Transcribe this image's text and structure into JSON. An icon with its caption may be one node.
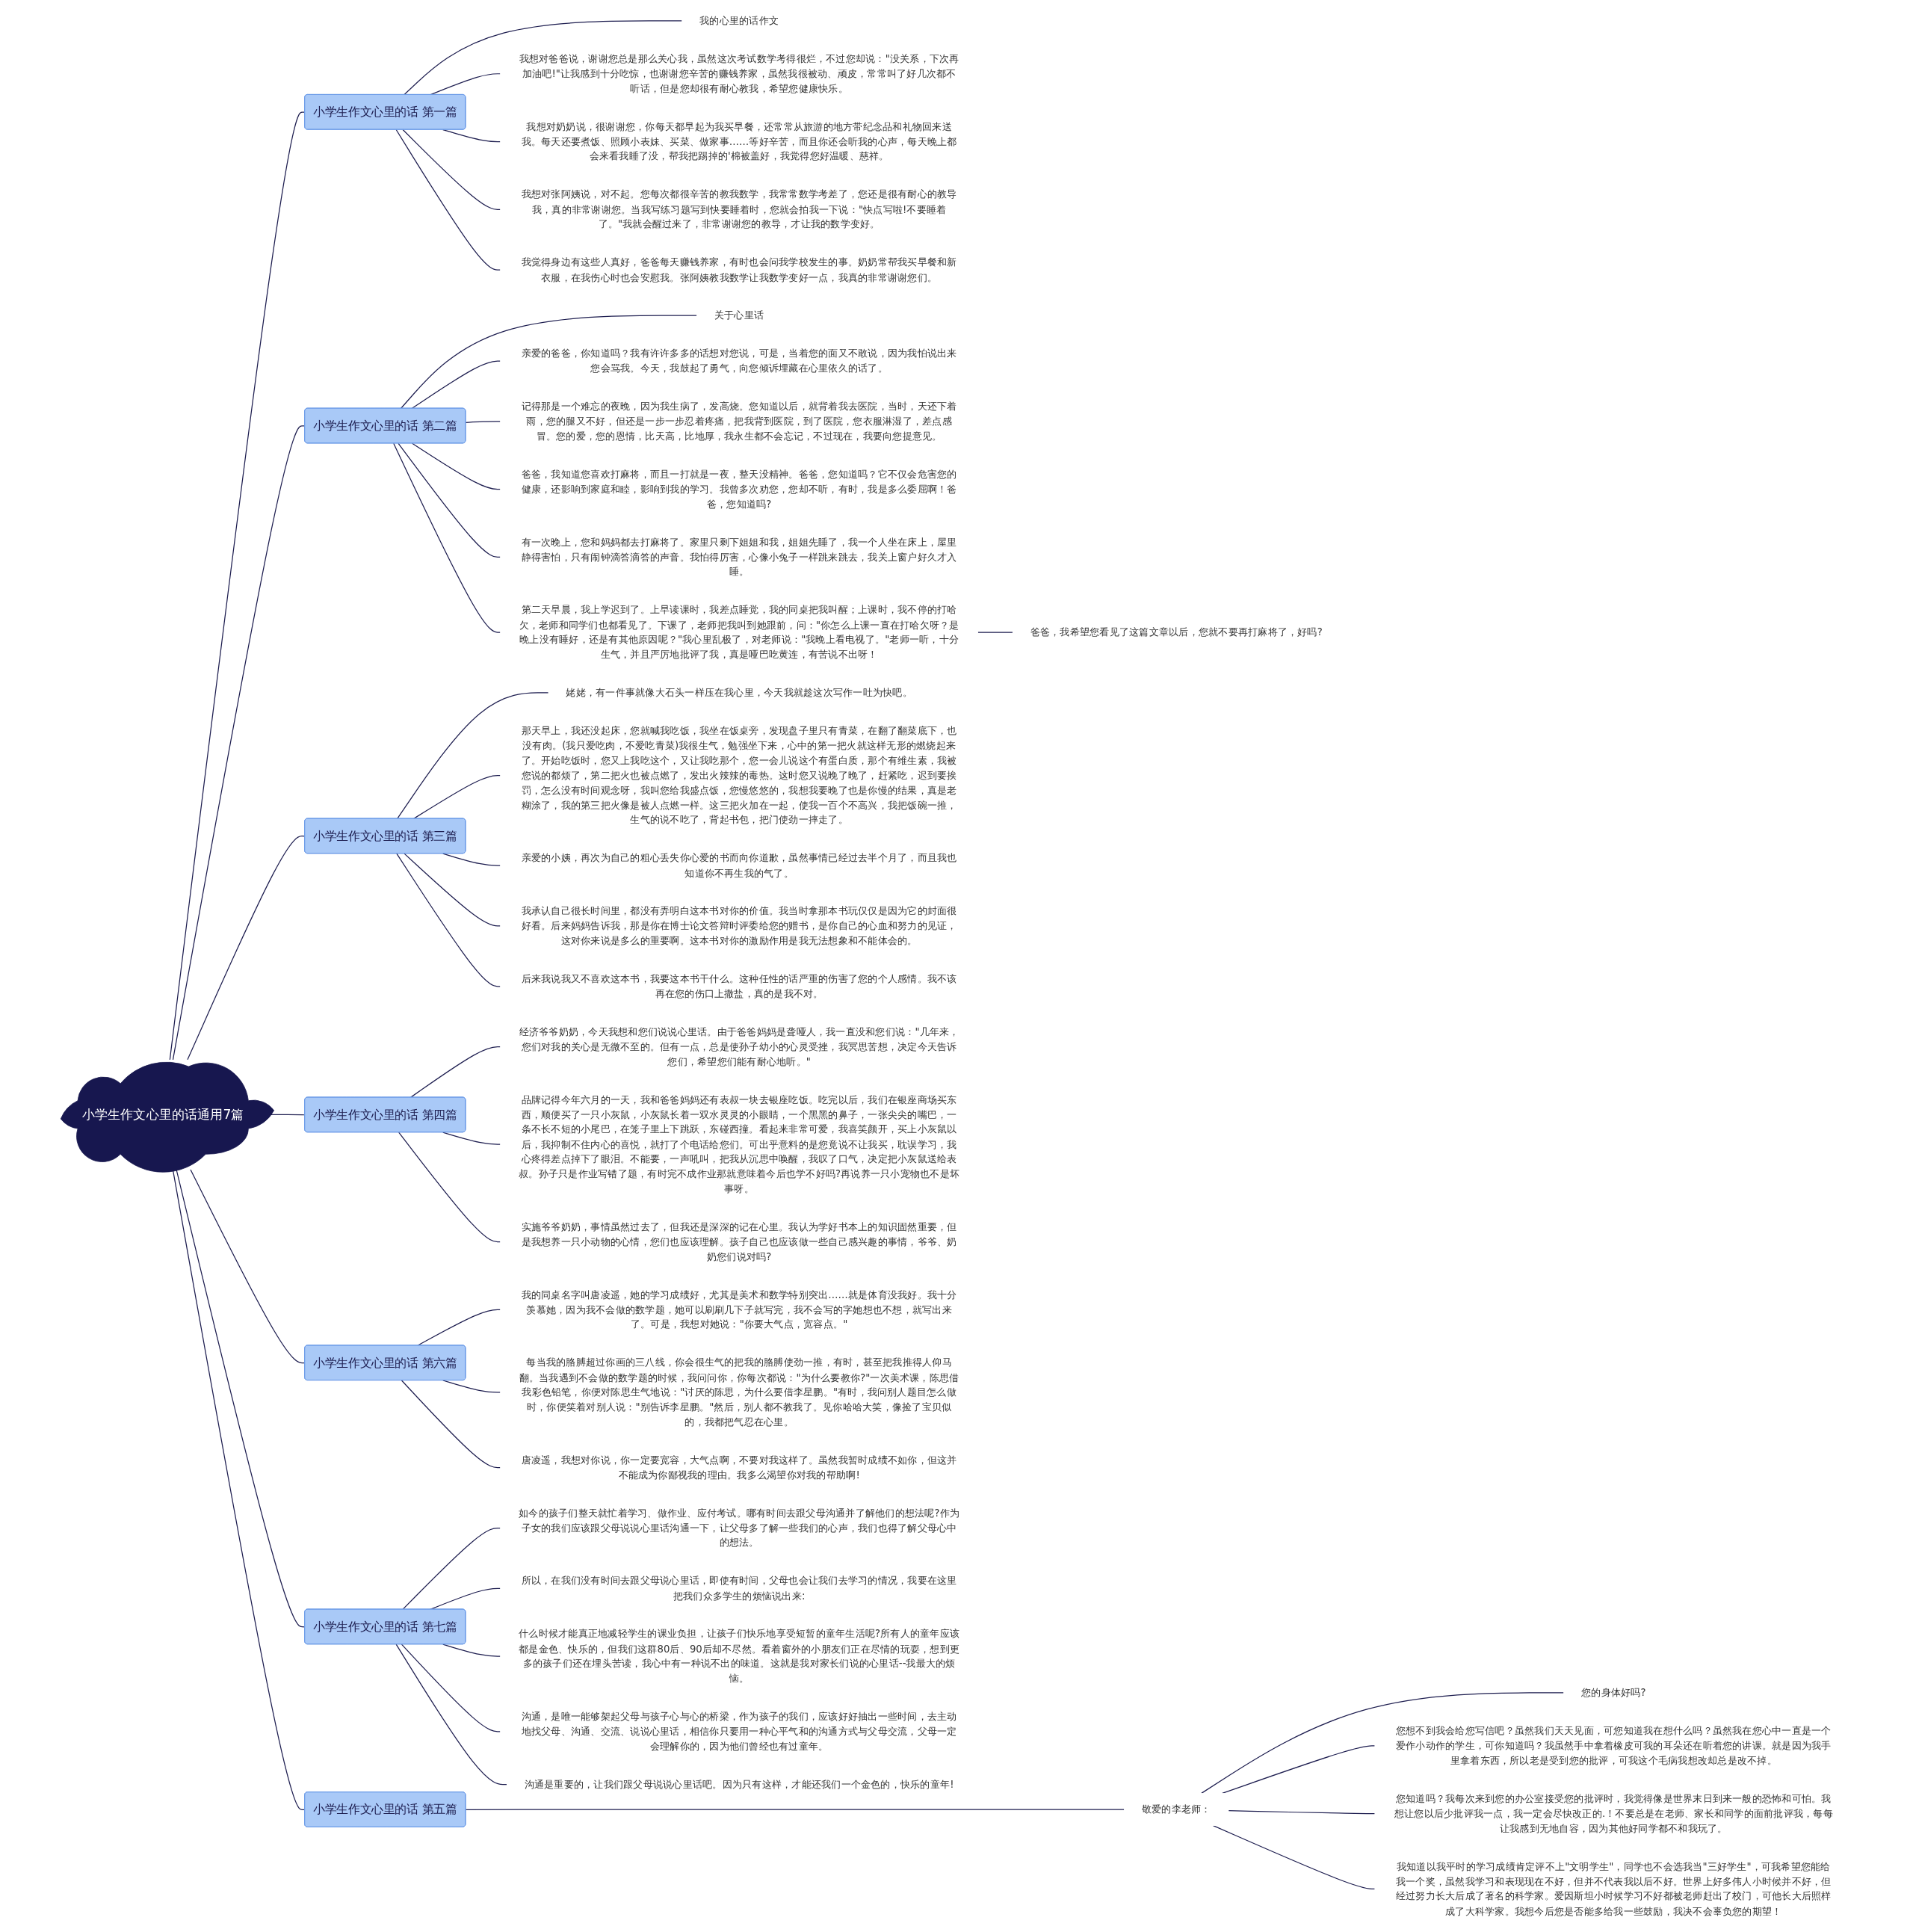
{
  "diagram": {
    "nodes": [
      {
        "text": [
          "小学生作文心里的话通用7篇"
        ]
      },
      {
        "text": [
          "小学生作文心里的话 第一篇"
        ]
      },
      {
        "text": [
          "我的心里的话作文"
        ]
      },
      {
        "text": [
          "我想对爸爸说，谢谢您总是那么关心我，虽然这次考试数学考得很烂，不过您却说：\"没关系，下次再加油吧!\"让我感到十分吃惊，也谢谢您辛苦的赚钱养家，虽然我很被动、顽皮，常常叫了好几次都不听话，但是您却很有耐心教我，希望您健康快乐。"
        ]
      },
      {
        "text": [
          "我想对奶奶说，很谢谢您，你每天都早起为我买早餐，还常常从旅游的地方带纪念品和礼物回来送我。每天还要煮饭、照顾小表妹、买菜、做家事……等好辛苦，而且你还会听我的心声，每天晚上都会来看我睡了没，帮我把踢掉的'棉被盖好，我觉得您好温暖、慈祥。"
        ]
      },
      {
        "text": [
          "我想对张阿姨说，对不起。您每次都很辛苦的教我数学，我常常数学考差了，您还是很有耐心的教导我，真的非常谢谢您。当我写练习题写到快要睡着时，您就会拍我一下说：\"快点写啦!不要睡着了。\"我就会醒过来了，非常谢谢您的教导，才让我的数学变好。"
        ]
      },
      {
        "text": [
          "我觉得身边有这些人真好，爸爸每天赚钱养家，有时也会问我学校发生的事。奶奶常帮我买早餐和新衣服，在我伤心时也会安慰我。张阿姨教我数学让我数学变好一点，我真的非常谢谢您们。"
        ]
      },
      {
        "text": [
          "小学生作文心里的话 第二篇"
        ]
      },
      {
        "text": [
          "关于心里话"
        ]
      },
      {
        "text": [
          "亲爱的爸爸，你知道吗？我有许许多多的话想对您说，可是，当着您的面又不敢说，因为我怕说出来您会骂我。今天，我鼓起了勇气，向您倾诉埋藏在心里依久的话了。"
        ]
      },
      {
        "text": [
          "记得那是一个难忘的夜晚，因为我生病了，发高烧。您知道以后，就背着我去医院，当时，天还下着雨，您的腿又不好，但还是一步一步忍着疼痛，把我背到医院，到了医院，您衣服淋湿了，差点感冒。您的爱，您的恩情，比天高，比地厚，我永生都不会忘记，不过现在，我要向您提意见。"
        ]
      },
      {
        "text": [
          "爸爸，我知道您喜欢打麻将，而且一打就是一夜，整天没精神。爸爸，您知道吗？它不仅会危害您的健康，还影响到家庭和睦，影响到我的学习。我曾多次劝您，您却不听，有时，我是多么委屈啊！爸爸，您知道吗?"
        ]
      },
      {
        "text": [
          "有一次晚上，您和妈妈都去打麻将了。家里只剩下姐姐和我，姐姐先睡了，我一个人坐在床上，屋里静得害怕，只有闹钟滴答滴答的声音。我怕得厉害，心像小兔子一样跳来跳去，我关上窗户好久才入睡。"
        ]
      },
      {
        "text": [
          "第二天早晨，我上学迟到了。上早读课时，我差点睡觉，我的同桌把我叫醒；上课时，我不停的打哈欠，老师和同学们也都看见了。下课了，老师把我叫到她跟前，问：\"你怎么上课一直在打哈欠呀？是晚上没有睡好，还是有其他原因呢？\"我心里乱极了，对老师说：\"我晚上看电视了。\"老师一听，十分生气，并且严厉地批评了我，真是哑巴吃黄连，有苦说不出呀！"
        ]
      },
      {
        "text": [
          "爸爸，我希望您看见了这篇文章以后，您就不要再打麻将了，好吗?"
        ]
      },
      {
        "text": [
          "小学生作文心里的话 第三篇"
        ]
      },
      {
        "text": [
          "姥姥，有一件事就像大石头一样压在我心里，今天我就趁这次写作一吐为快吧。"
        ]
      },
      {
        "text": [
          "那天早上，我还没起床，您就喊我吃饭，我坐在饭桌旁，发现盘子里只有青菜，在翻了翻菜底下，也没有肉。(我只爱吃肉，不爱吃青菜)我很生气，勉强坐下来，心中的第一把火就这样无形的燃烧起来了。开始吃饭时，您又上我吃这个，又让我吃那个，您一会儿说这个有蛋白质，那个有维生素，我被您说的都烦了，第二把火也被点燃了，发出火辣辣的毒热。这时您又说晚了晚了，赶紧吃，迟到要挨罚，怎么没有时间观念呀，我叫您给我盛点饭，您慢悠悠的，我想我要晚了也是你慢的结果，真是老糊涂了，我的第三把火像是被人点燃一样。这三把火加在一起，使我一百个不高兴，我把饭碗一推，生气的说不吃了，背起书包，把门使劲一摔走了。"
        ]
      },
      {
        "text": [
          "亲爱的小姨，再次为自己的粗心丢失你心爱的书而向你道歉，虽然事情已经过去半个月了，而且我也知道你不再生我的气了。"
        ]
      },
      {
        "text": [
          "我承认自己很长时间里，都没有弄明白这本书对你的价值。我当时拿那本书玩仅仅是因为它的封面很好看。后来妈妈告诉我，那是你在博士论文答辩时评委给您的赠书，是你自己的心血和努力的见证，这对你来说是多么的重要啊。这本书对你的激励作用是我无法想象和不能体会的。"
        ]
      },
      {
        "text": [
          "后来我说我又不喜欢这本书，我要这本书干什么。这种任性的话严重的伤害了您的个人感情。我不该再在您的伤口上撒盐，真的是我不对。"
        ]
      },
      {
        "text": [
          "小学生作文心里的话 第四篇"
        ]
      },
      {
        "text": [
          "经济爷爷奶奶，今天我想和您们说说心里话。由于爸爸妈妈是聋哑人，我一直没和您们说：\"几年来，您们对我的关心是无微不至的。但有一点，总是使孙子幼小的心灵受挫，我冥思苦想，决定今天告诉您们，希望您们能有耐心地听。\""
        ]
      },
      {
        "text": [
          "品牌记得今年六月的一天，我和爸爸妈妈还有表叔一块去银座吃饭。吃完以后，我们在银座商场买东西，顺便买了一只小灰鼠，小灰鼠长着一双水灵灵的小眼睛，一个黑黑的鼻子，一张尖尖的嘴巴，一条不长不短的小尾巴，在笼子里上下跳跃，东碰西撞。看起来非常可爱，我喜笑颜开，买上小灰鼠以后，我抑制不住内心的喜悦，就打了个电话给您们。可出乎意料的是您竟说不让我买，耽误学习，我心疼得差点掉下了眼泪。不能要，一声吼叫，把我从沉思中唤醒，我叹了口气，决定把小灰鼠送给表叔。孙子只是作业写错了题，有时完不成作业那就意味着今后也学不好吗?再说养一只小宠物也不是坏事呀。"
        ]
      },
      {
        "text": [
          "实施爷爷奶奶，事情虽然过去了，但我还是深深的记在心里。我认为学好书本上的知识固然重要，但是我想养一只小动物的心情，您们也应该理解。孩子自己也应该做一些自己感兴趣的事情，爷爷、奶奶您们说对吗?"
        ]
      },
      {
        "text": [
          "小学生作文心里的话 第五篇"
        ]
      },
      {
        "text": [
          "敬爱的李老师："
        ]
      },
      {
        "text": [
          "您的身体好吗?"
        ]
      },
      {
        "text": [
          "您想不到我会给您写信吧？虽然我们天天见面，可您知道我在想什么吗？虽然我在您心中一直是一个爱作小动作的学生，可你知道吗？我虽然手中拿着橡皮可我的耳朵还在听着您的讲课。就是因为我手里拿着东西，所以老是受到您的批评，可我这个毛病我想改却总是改不掉。"
        ]
      },
      {
        "text": [
          "您知道吗？我每次来到您的办公室接受您的批评时，我觉得像是世界末日到来一般的恐怖和可怕。我想让您以后少批评我一点，我一定会尽快改正的.！不要总是在老师、家长和同学的面前批评我，每每让我感到无地自容，因为其他好同学都不和我玩了。"
        ]
      },
      {
        "text": [
          "我知道以我平时的学习成绩肯定评不上\"文明学生\"，同学也不会选我当\"三好学生\"，可我希望您能给我一个奖，虽然我学习和表现现在不好，但并不代表我以后不好。世界上好多伟人小时候并不好，但经过努力长大后成了著名的科学家。爱因斯坦小时候学习不好都被老师赶出了校门，可他长大后照样成了大科学家。我想今后您是否能多给我一些鼓励，我决不会辜负您的期望！"
        ]
      },
      {
        "text": [
          "小学生作文心里的话 第六篇"
        ]
      },
      {
        "text": [
          "我的同桌名字叫唐凌遥，她的学习成绩好，尤其是美术和数学特别突出……就是体育没我好。我十分羡慕她，因为我不会做的数学题，她可以刷刷几下子就写完，我不会写的字她想也不想，就写出来了。可是，我想对她说：\"你要大气点，宽容点。\""
        ]
      },
      {
        "text": [
          "每当我的胳膊超过你画的三八线，你会很生气的把我的胳膊使劲一推，有时，甚至把我推得人仰马翻。当我遇到不会做的数学题的时候，我问问你，你每次都说：\"为什么要教你?\"一次美术课，陈思借我彩色铅笔，你便对陈思生气地说：\"讨厌的陈思，为什么要借李星鹏。\"有时，我问别人题目怎么做时，你便笑着对别人说：\"别告诉李星鹏。\"然后，别人都不教我了。见你哈哈大笑，像捡了宝贝似的，我都把气忍在心里。"
        ]
      },
      {
        "text": [
          "唐凌遥，我想对你说，你一定要宽容，大气点啊，不要对我这样了。虽然我暂时成绩不如你，但这并不能成为你鄙视我的理由。我多么渴望你对我的帮助啊!"
        ]
      },
      {
        "text": [
          "小学生作文心里的话 第七篇"
        ]
      },
      {
        "text": [
          "如今的孩子们整天就忙着学习、做作业、应付考试。哪有时间去跟父母沟通并了解他们的想法呢?作为子女的我们应该跟父母说说心里话沟通一下，让父母多了解一些我们的心声，我们也得了解父母心中的想法。"
        ]
      },
      {
        "text": [
          "所以，在我们没有时间去跟父母说心里话，即使有时间，父母也会让我们去学习的情况，我要在这里把我们众多学生的烦恼说出来:"
        ]
      },
      {
        "text": [
          "什么时候才能真正地减轻学生的课业负担，让孩子们快乐地享受短暂的童年生活呢?所有人的童年应该都是金色、快乐的，但我们这群80后、90后却不尽然。看着窗外的小朋友们正在尽情的玩耍，想到更多的孩子们还在埋头苦读，我心中有一种说不出的味道。这就是我对家长们说的心里话--我最大的烦恼。"
        ]
      },
      {
        "text": [
          "沟通，是唯一能够架起父母与孩子心与心的桥梁，作为孩子的我们，应该好好抽出一些时间，去主动地找父母、沟通、交流、说说心里话，相信你只要用一种心平气和的沟通方式与父母交流，父母一定会理解你的，因为他们曾经也有过童年。"
        ]
      },
      {
        "text": [
          "沟通是重要的，让我们跟父母说说心里话吧。因为只有这样，才能还我们一个金色的，快乐的童年!"
        ]
      }
    ],
    "edges": [
      {
        "from": 0,
        "to": 1,
        "arrow": "none"
      },
      {
        "from": 1,
        "to": 2,
        "arrow": "none"
      },
      {
        "from": 1,
        "to": 3,
        "arrow": "none"
      },
      {
        "from": 1,
        "to": 4,
        "arrow": "none"
      },
      {
        "from": 1,
        "to": 5,
        "arrow": "none"
      },
      {
        "from": 1,
        "to": 6,
        "arrow": "none"
      },
      {
        "from": 0,
        "to": 7,
        "arrow": "none"
      },
      {
        "from": 7,
        "to": 8,
        "arrow": "none"
      },
      {
        "from": 7,
        "to": 9,
        "arrow": "none"
      },
      {
        "from": 7,
        "to": 10,
        "arrow": "none"
      },
      {
        "from": 7,
        "to": 11,
        "arrow": "none"
      },
      {
        "from": 7,
        "to": 12,
        "arrow": "none"
      },
      {
        "from": 7,
        "to": 13,
        "arrow": "none"
      },
      {
        "from": 13,
        "to": 14,
        "arrow": "none"
      },
      {
        "from": 0,
        "to": 15,
        "arrow": "none"
      },
      {
        "from": 15,
        "to": 16,
        "arrow": "none"
      },
      {
        "from": 15,
        "to": 17,
        "arrow": "none"
      },
      {
        "from": 15,
        "to": 18,
        "arrow": "none"
      },
      {
        "from": 15,
        "to": 19,
        "arrow": "none"
      },
      {
        "from": 15,
        "to": 20,
        "arrow": "none"
      },
      {
        "from": 0,
        "to": 21,
        "arrow": "none"
      },
      {
        "from": 21,
        "to": 22,
        "arrow": "none"
      },
      {
        "from": 21,
        "to": 23,
        "arrow": "none"
      },
      {
        "from": 21,
        "to": 24,
        "arrow": "none"
      },
      {
        "from": 0,
        "to": 25,
        "arrow": "none"
      },
      {
        "from": 25,
        "to": 26,
        "arrow": "none"
      },
      {
        "from": 26,
        "to": 27,
        "arrow": "none"
      },
      {
        "from": 26,
        "to": 28,
        "arrow": "none"
      },
      {
        "from": 26,
        "to": 29,
        "arrow": "none"
      },
      {
        "from": 26,
        "to": 30,
        "arrow": "none"
      },
      {
        "from": 0,
        "to": 31,
        "arrow": "none"
      },
      {
        "from": 31,
        "to": 32,
        "arrow": "none"
      },
      {
        "from": 31,
        "to": 33,
        "arrow": "none"
      },
      {
        "from": 31,
        "to": 34,
        "arrow": "none"
      },
      {
        "from": 0,
        "to": 35,
        "arrow": "none"
      },
      {
        "from": 35,
        "to": 36,
        "arrow": "none"
      },
      {
        "from": 35,
        "to": 37,
        "arrow": "none"
      },
      {
        "from": 35,
        "to": 38,
        "arrow": "none"
      },
      {
        "from": 35,
        "to": 39,
        "arrow": "none"
      },
      {
        "from": 35,
        "to": 40,
        "arrow": "none"
      }
    ]
  }
}
